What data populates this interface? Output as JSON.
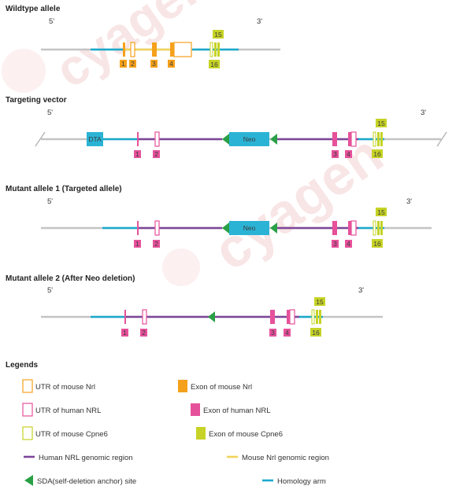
{
  "brand": {
    "watermark": "cyagen"
  },
  "colors": {
    "grey_line": "#c4c4c4",
    "homology_arm": "#19a9cd",
    "human_region": "#7d4699",
    "mouse_region": "#f2d35a",
    "mouse_nrl_exon": "#f5a11b",
    "human_nrl_exon": "#e6519b",
    "cpne6_exon": "#c6d326",
    "neo_box": "#2bb3d5",
    "sda": "#2aa046"
  },
  "panels": {
    "wildtype": {
      "title": "Wildtype allele",
      "end5": "5'",
      "end3": "3'",
      "exon_labels": {
        "e1": "1",
        "e2": "2",
        "e3": "3",
        "e4": "4",
        "e15": "15",
        "e16": "16"
      }
    },
    "targeting": {
      "title": "Targeting vector",
      "end5": "5'",
      "end3": "3'",
      "dta": "DTA",
      "neo": "Neo",
      "exon_labels": {
        "e1": "1",
        "e2": "2",
        "e3": "3",
        "e4": "4",
        "e15": "15",
        "e16": "16"
      }
    },
    "mutant1": {
      "title": "Mutant allele 1 (Targeted allele)",
      "end5": "5'",
      "end3": "3'",
      "neo": "Neo",
      "exon_labels": {
        "e1": "1",
        "e2": "2",
        "e3": "3",
        "e4": "4",
        "e15": "15",
        "e16": "16"
      }
    },
    "mutant2": {
      "title": "Mutant allele 2 (After Neo deletion)",
      "end5": "5'",
      "end3": "3'",
      "exon_labels": {
        "e1": "1",
        "e2": "2",
        "e3": "3",
        "e4": "4",
        "e15": "15",
        "e16": "16"
      }
    }
  },
  "legends": {
    "title": "Legends",
    "utr_mouse_nrl": "UTR of mouse Nrl",
    "exon_mouse_nrl": "Exon of mouse Nrl",
    "utr_human_nrl": "UTR of human NRL",
    "exon_human_nrl": "Exon of human NRL",
    "utr_mouse_cpne6": "UTR of mouse Cpne6",
    "exon_mouse_cpne6": "Exon of mouse Cpne6",
    "human_region": "Human NRL genomic region",
    "mouse_region": "Mouse Nrl genomic region",
    "sda": "SDA(self-deletion anchor) site",
    "homology": "Homology arm"
  }
}
